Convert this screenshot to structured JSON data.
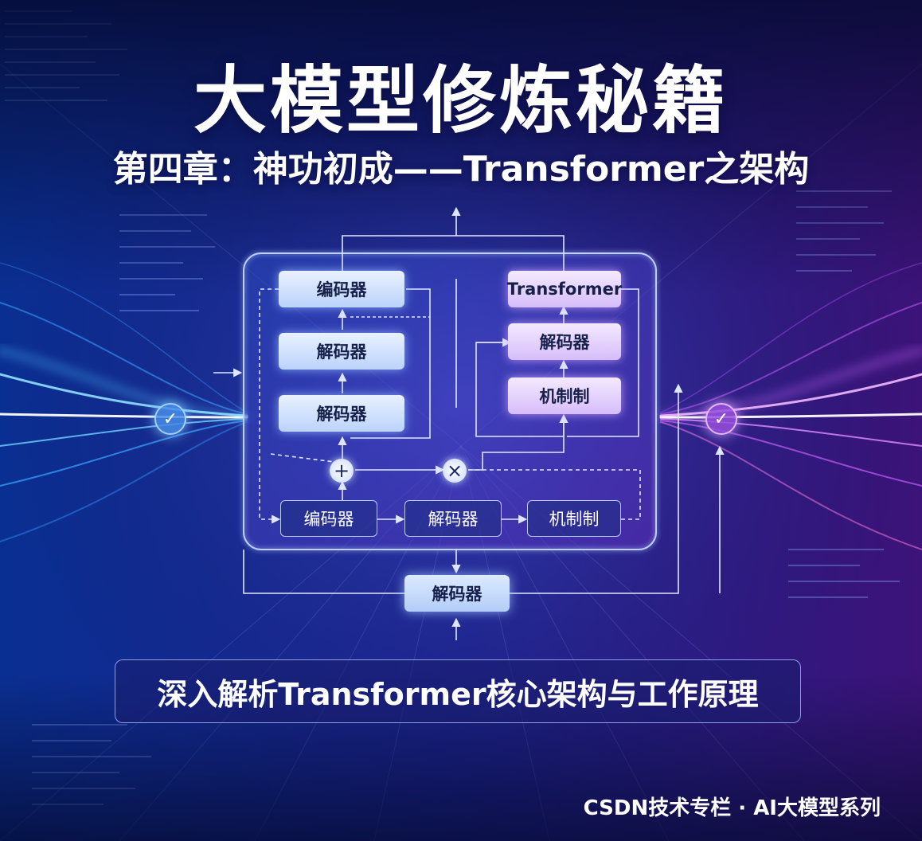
{
  "title": "大模型修炼秘籍",
  "chapter": "第四章：神功初成——Transformer之架构",
  "diagram": {
    "left_column": [
      "编码器",
      "解码器",
      "解码器"
    ],
    "right_column": [
      "Transformer",
      "解码器",
      "机制制"
    ],
    "ops": [
      "+",
      "×"
    ],
    "bottom_row": [
      "编码器",
      "解码器",
      "机制制"
    ],
    "center_box": "解码器"
  },
  "check_icons": [
    "checkmark-icon",
    "checkmark-icon"
  ],
  "subtitle": "深入解析Transformer核心架构与工作原理",
  "footer": "CSDN技术专栏 · AI大模型系列",
  "colors": {
    "bg_left": "#0a2a8a",
    "bg_right": "#3a147a",
    "glow_blue": "#4fc3ff",
    "glow_purple": "#d16bff",
    "box_blue": "#c9dcfc",
    "box_purple": "#e0c9fb"
  }
}
